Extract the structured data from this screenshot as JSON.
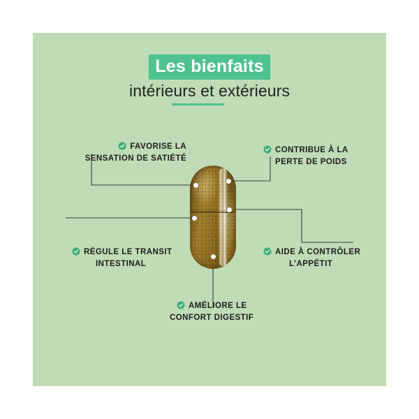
{
  "panel": {
    "background_color": "#bfdcb6",
    "outer_background_color": "#ffffff"
  },
  "header": {
    "title": "Les bienfaits",
    "title_highlight_color": "#4ec28f",
    "title_text_color": "#ffffff",
    "subtitle": "intérieurs et extérieurs",
    "subtitle_text_color": "#232323",
    "underline_color": "#4ec28f"
  },
  "product": {
    "type": "capsule",
    "shell_color": "#8d6d23",
    "contents": "herbal powder"
  },
  "icons": {
    "check": "check-circle-icon",
    "check_color": "#3fae76"
  },
  "benefits": [
    {
      "id": "favorise-satiete",
      "line1": "FAVORISE LA",
      "line2": "SENSATION DE SATIÉTÉ",
      "position": "top-left"
    },
    {
      "id": "contribue-perte-de-poids",
      "line1": "CONTRIBUE À LA",
      "line2": "PERTE DE POIDS",
      "position": "top-right"
    },
    {
      "id": "regule-transit-intestinal",
      "line1": "RÉGULE LE TRANSIT",
      "line2": "INTESTINAL",
      "position": "bottom-left"
    },
    {
      "id": "aide-controler-appetit",
      "line1": "AIDE À CONTRÔLER",
      "line2": "L’APPÉTIT",
      "position": "bottom-right"
    },
    {
      "id": "ameliore-confort-digestif",
      "line1": "AMÉLIORE LE",
      "line2": "CONFORT DIGESTIF",
      "position": "bottom-center"
    }
  ]
}
